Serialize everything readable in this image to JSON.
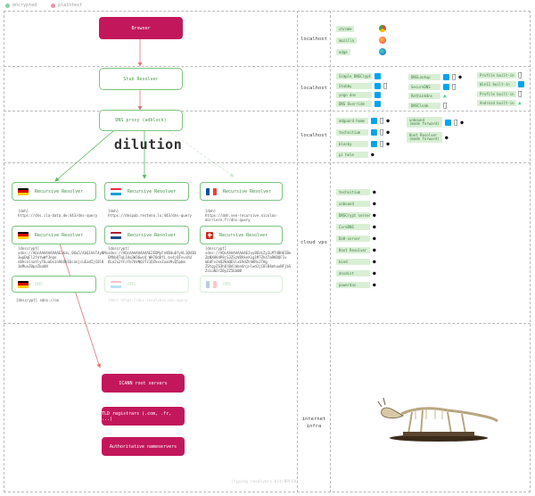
{
  "legend": [
    {
      "label": "encrypted",
      "color": "#8fd19e"
    },
    {
      "label": "plaintext",
      "color": "#f48fa8"
    }
  ],
  "layers": [
    {
      "label": "localhost"
    },
    {
      "label": "localhost"
    },
    {
      "label": "localhost"
    },
    {
      "label": "cloud vps"
    },
    {
      "label": "internet infra"
    }
  ],
  "browser": {
    "label": "Browser"
  },
  "stub": {
    "label": "Stub Resolver"
  },
  "proxy": {
    "label": "DNS proxy (adblock)"
  },
  "dilution": "dilution",
  "resolvers": [
    {
      "label": "Recursive Resolver",
      "flag": "de",
      "faded": false
    },
    {
      "label": "Recursive Resolver",
      "flag": "lu",
      "faded": false
    },
    {
      "label": "Recursive Resolver",
      "flag": "fr",
      "faded": false
    },
    {
      "label": "Recursive Resolver",
      "flag": "de",
      "faded": false
    },
    {
      "label": "Recursive Resolver",
      "flag": "nl",
      "faded": false
    },
    {
      "label": "Recursive Resolver",
      "flag": "ch",
      "faded": false
    },
    {
      "label": "DNS",
      "flag": "de",
      "faded": true
    },
    {
      "label": "DNS",
      "flag": "lu",
      "faded": true
    },
    {
      "label": "DNS",
      "flag": "fr",
      "faded": true
    }
  ],
  "resolver_notes": [
    "[doh]\nhttps://dns.ila-data.de:443/dns-query",
    "[doh]\nhttps://dnspub.restena.lu:443/dns-query",
    "[doh]\nhttps://doh.ven-recursive.nicolas-\ndorriere.fr/dns-query",
    "[dnscrypt]\nsdns://AQcAAAAAAAAAE3kxL_0Ua5/4b61hbT4yNMs\n3wpDqFl2fnYwWfJnqo\nnBhcnlnatlyTEuaOsznAbObIbcnnjcuEadIjC0l8\n1mMuvZ0pzZbabN",
    "[dnscrypt]\nsdns://AQcAAAAAAAAAE2EOMyFnVBdu0fyVL1QH3B\nEMhbQTqL1Uq3W36wcQ_WH7QdOfL_bv4jQFvvvhU\n6Le2u2tFcFb7bVNQ3Tz1QZkxvZuuU9vQ5pbm",
    "[dnscrypt]\nsdns://AQcAAAAAAAAAE2xy8EUzZyILMT4BHEIBe\nZmNXHVdP8jS3ZSzVBVkeX1g1M7Zhd7aRKRQFIv\nmEdFvJkQ2KmQESlxE9dZhhKRxJTHg\nZStgyZS3hQlBdlbbnUnjnlwdJjC0lB4mhuuNFjbS\nZsLuN2rZ0yZZ5Eb0B",
    "[dnscrypt] sdns://oo",
    "[doh] https://dns-resolvers.dns-query",
    ""
  ],
  "root_servers": {
    "label": "ICANN root servers"
  },
  "tld": {
    "label": "TLD registrars (.com, .fr, ...)"
  },
  "authoritative": {
    "label": "Authoritative nameservers"
  },
  "browsers_list": [
    {
      "label": "chrome",
      "color": "#e94235"
    },
    {
      "label": "mozilla",
      "color": "#ff7139"
    },
    {
      "label": "edge",
      "color": "#1e88e5"
    }
  ],
  "stub_col1": [
    {
      "label": "Simple DNSCrypt",
      "os": [
        "win"
      ]
    },
    {
      "label": "Stubby",
      "os": [
        "win",
        "apple"
      ]
    },
    {
      "label": "yogo dns",
      "os": [
        "win"
      ]
    },
    {
      "label": "DNS Override",
      "os": [
        "win"
      ]
    }
  ],
  "stub_col2": [
    {
      "label": "DNSLookup",
      "os": [
        "win",
        "apple",
        "linux"
      ]
    },
    {
      "label": "SecureDNS",
      "os": [
        "win",
        "apple"
      ]
    },
    {
      "label": "Rethinkdns",
      "os": [
        "android"
      ]
    },
    {
      "label": "DNSCloak",
      "os": [
        "apple"
      ]
    }
  ],
  "stub_col3": [
    {
      "label": "Profile built-in",
      "os": [
        "apple"
      ]
    },
    {
      "label": "Win11 built-in",
      "os": [
        "win"
      ]
    },
    {
      "label": "Profile built-in",
      "os": [
        "apple"
      ]
    },
    {
      "label": "Android built-in",
      "os": [
        "android"
      ]
    }
  ],
  "proxy_col1": [
    {
      "label": "adguard home",
      "os": [
        "win",
        "apple",
        "linux"
      ]
    },
    {
      "label": "technitium",
      "os": [
        "win",
        "apple",
        "linux"
      ]
    },
    {
      "label": "blocky",
      "os": [
        "win",
        "apple",
        "linux"
      ]
    },
    {
      "label": "pi hole",
      "os": [
        "linux"
      ]
    }
  ],
  "proxy_col2": [
    {
      "label": "unbound\n(mode forward)",
      "os": [
        "win",
        "apple",
        "linux"
      ]
    },
    {
      "label": "Knot Resolver\n(mode forward)",
      "os": [
        "linux"
      ]
    }
  ],
  "vps_list": [
    {
      "label": "technitium",
      "os": [
        "linux"
      ]
    },
    {
      "label": "unbound",
      "os": [
        "linux"
      ]
    },
    {
      "label": "DNSCrypt server",
      "os": [
        "linux"
      ]
    },
    {
      "label": "CoreDNS",
      "os": [
        "linux"
      ]
    },
    {
      "label": "DoH-server",
      "os": [
        "linux"
      ]
    },
    {
      "label": "Knot Resolver",
      "os": [
        "linux"
      ]
    },
    {
      "label": "bind",
      "os": [
        "linux"
      ]
    },
    {
      "label": "dnsdist",
      "os": [
        "linux"
      ]
    },
    {
      "label": "powerdns",
      "os": [
        "linux"
      ]
    }
  ],
  "footer": "(typing resolvers kit/BPLCH)",
  "icon_names": {
    "windows": "windows-icon",
    "apple": "apple-icon",
    "linux": "linux-icon",
    "android": "android-icon"
  }
}
